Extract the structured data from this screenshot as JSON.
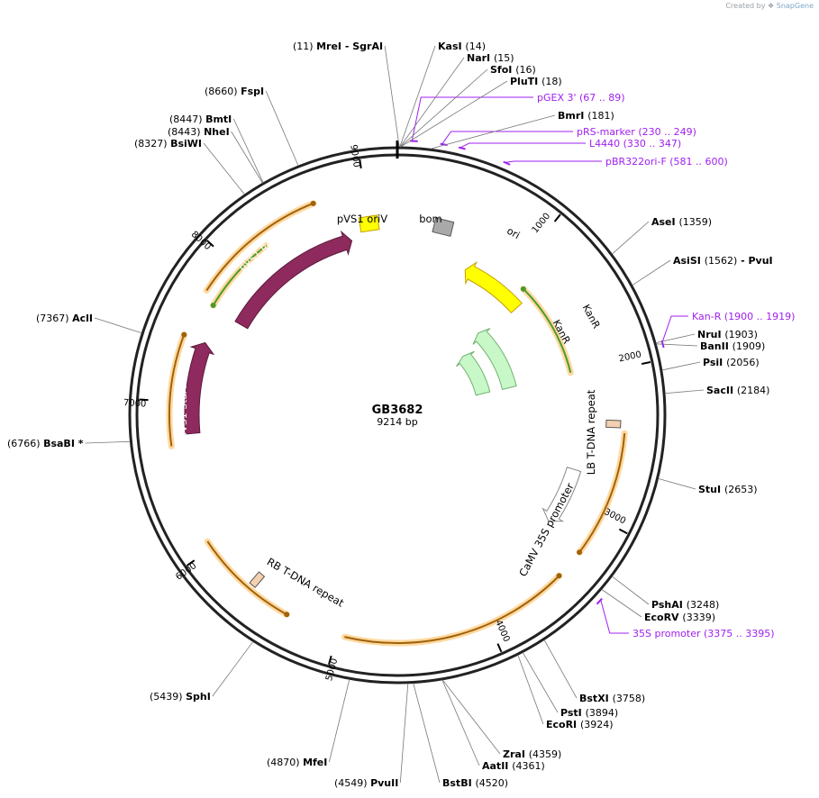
{
  "credit": {
    "prefix": "Created by",
    "brand": "SnapGene"
  },
  "plasmid": {
    "name": "GB3682",
    "length": 9214,
    "length_label": "9214 bp"
  },
  "ticks": [
    {
      "pos": 1000,
      "label": "1000"
    },
    {
      "pos": 2000,
      "label": "2000"
    },
    {
      "pos": 3000,
      "label": "3000"
    },
    {
      "pos": 4000,
      "label": "4000"
    },
    {
      "pos": 5000,
      "label": "5000"
    },
    {
      "pos": 6000,
      "label": "6000"
    },
    {
      "pos": 7000,
      "label": "7000"
    },
    {
      "pos": 8000,
      "label": "8000"
    },
    {
      "pos": 9000,
      "label": "9000"
    }
  ],
  "sites": [
    {
      "name": "MreI",
      "pos": "(11)",
      "extra": "- SgrAI",
      "p": 11
    },
    {
      "name": "KasI",
      "pos": "(14)",
      "p": 14
    },
    {
      "name": "NarI",
      "pos": "(15)",
      "p": 15
    },
    {
      "name": "SfoI",
      "pos": "(16)",
      "p": 16
    },
    {
      "name": "PluTI",
      "pos": "(18)",
      "p": 18
    },
    {
      "name": "BmrI",
      "pos": "(181)",
      "p": 181
    },
    {
      "name": "AseI",
      "pos": "(1359)",
      "p": 1359
    },
    {
      "name": "AsiSI",
      "pos": "(1562)",
      "extra": "- PvuI",
      "p": 1562
    },
    {
      "name": "NruI",
      "pos": "(1903)",
      "p": 1903
    },
    {
      "name": "BanII",
      "pos": "(1909)",
      "p": 1909
    },
    {
      "name": "PsiI",
      "pos": "(2056)",
      "p": 2056
    },
    {
      "name": "SacII",
      "pos": "(2184)",
      "p": 2184
    },
    {
      "name": "StuI",
      "pos": "(2653)",
      "p": 2653
    },
    {
      "name": "PshAI",
      "pos": "(3248)",
      "p": 3248
    },
    {
      "name": "EcoRV",
      "pos": "(3339)",
      "p": 3339
    },
    {
      "name": "BstXI",
      "pos": "(3758)",
      "p": 3758
    },
    {
      "name": "PstI",
      "pos": "(3894)",
      "p": 3894
    },
    {
      "name": "EcoRI",
      "pos": "(3924)",
      "p": 3924
    },
    {
      "name": "ZraI",
      "pos": "(4359)",
      "p": 4359
    },
    {
      "name": "AatII",
      "pos": "(4361)",
      "p": 4361
    },
    {
      "name": "BstBI",
      "pos": "(4520)",
      "p": 4520
    },
    {
      "name": "PvuII",
      "pos": "(4549)",
      "p": 4549
    },
    {
      "name": "MfeI",
      "pos": "(4870)",
      "p": 4870
    },
    {
      "name": "SphI",
      "pos": "(5439)",
      "p": 5439
    },
    {
      "name": "BsaBI *",
      "pos": "(6766)",
      "p": 6766
    },
    {
      "name": "AclI",
      "pos": "(7367)",
      "p": 7367
    },
    {
      "name": "BsiWI",
      "pos": "(8327)",
      "p": 8327
    },
    {
      "name": "NheI",
      "pos": "(8443)",
      "p": 8443
    },
    {
      "name": "BmtI",
      "pos": "(8447)",
      "p": 8447
    },
    {
      "name": "FspI",
      "pos": "(8660)",
      "p": 8660
    }
  ],
  "primers": [
    {
      "name": "pGEX 3'",
      "range": "(67 .. 89)",
      "start": 67,
      "end": 89
    },
    {
      "name": "pRS-marker",
      "range": "(230 .. 249)",
      "start": 230,
      "end": 249
    },
    {
      "name": "L4440",
      "range": "(330 .. 347)",
      "start": 330,
      "end": 347
    },
    {
      "name": "pBR322ori-F",
      "range": "(581 .. 600)",
      "start": 581,
      "end": 600
    },
    {
      "name": "Kan-R",
      "range": "(1900 .. 1919)",
      "start": 1900,
      "end": 1919
    },
    {
      "name": "35S promoter",
      "range": "(3375 .. 3395)",
      "start": 3375,
      "end": 3395
    }
  ],
  "features": [
    {
      "name": "ori",
      "color": "#ffff00",
      "stroke": "#c8a000",
      "start": 640,
      "end": 1229,
      "strand": -1,
      "ring": 178,
      "label_color": "#000"
    },
    {
      "name": "bom",
      "color": "#a9a9a9",
      "start": 280,
      "end": 420,
      "strand": 0,
      "ring": 215
    },
    {
      "name": "KanR",
      "color": "#c8f7c8",
      "stroke": "#6fb36f",
      "start": 1140,
      "end": 1950,
      "strand": -1,
      "ring": 128,
      "label_color": "#000"
    },
    {
      "name": "KanR",
      "color": "#c8f7c8",
      "stroke": "#6fb36f",
      "start": 1230,
      "end": 1940,
      "strand": -1,
      "ring": 98,
      "label_color": "#000"
    },
    {
      "name": "LB T-DNA repeat",
      "color": "#f5d0b0",
      "start": 2350,
      "end": 2375,
      "strand": 0,
      "ring": 240
    },
    {
      "name": "CaMV 35S promoter",
      "color": "#ffffff",
      "stroke": "#888",
      "start": 2740,
      "end": 3200,
      "strand": 1,
      "ring": 205,
      "label_color": "#000"
    },
    {
      "name": "RB T-DNA repeat",
      "color": "#f5d0b0",
      "start": 5630,
      "end": 5655,
      "strand": 0,
      "ring": 240
    },
    {
      "name": "pVS1 StaA",
      "color": "#8e2a5e",
      "start": 6780,
      "end": 7440,
      "strand": 1,
      "ring": 228,
      "label_color": "#fff"
    },
    {
      "name": "pVS1 RepA",
      "color": "#8e2a5e",
      "start": 7680,
      "end": 8840,
      "strand": 1,
      "ring": 200,
      "label_color": "#fff"
    },
    {
      "name": "pVS1 oriV",
      "color": "#ffff00",
      "stroke": "#c8a000",
      "start": 8930,
      "end": 9070,
      "strand": 0,
      "ring": 215
    }
  ],
  "orfs": [
    {
      "start": 1150,
      "end": 1950,
      "strand": -1,
      "color": "#4a9a2a"
    },
    {
      "start": 2420,
      "end": 3250,
      "strand": 1,
      "color": "#a0620a"
    },
    {
      "start": 3450,
      "end": 4950,
      "strand": -1,
      "color": "#a0620a"
    },
    {
      "start": 5350,
      "end": 6050,
      "strand": -1,
      "color": "#a0620a"
    },
    {
      "start": 6710,
      "end": 7440,
      "strand": 1,
      "color": "#a0620a"
    },
    {
      "start": 7760,
      "end": 8660,
      "strand": 1,
      "color": "#a0620a"
    },
    {
      "start": 7700,
      "end": 8250,
      "strand": -1,
      "color": "#4a9a2a"
    }
  ]
}
